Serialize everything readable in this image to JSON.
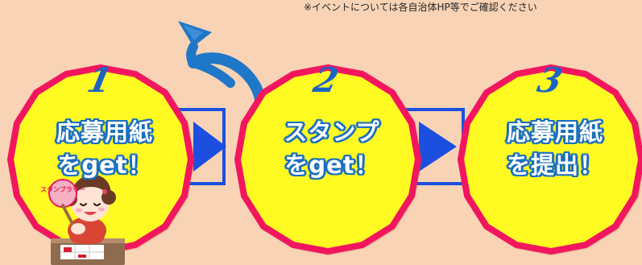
{
  "note": {
    "text": "※イベントについては各自治体HP等でご確認ください"
  },
  "steps": [
    {
      "number": "1",
      "line1": "応募用紙",
      "line2": "をget！"
    },
    {
      "number": "2",
      "line1": "スタンプ",
      "line2": "をget！"
    },
    {
      "number": "3",
      "line1": "応募用紙",
      "line2": "を提出！"
    }
  ],
  "mascot": {
    "sign_text": "スタンプラリー"
  },
  "colors": {
    "background": "#f8d3b5",
    "badge_fill": "#fffb24",
    "badge_border": "#f2175f",
    "arrow_blue": "#1c4fe0",
    "number_blue": "#1c63c3",
    "swirl_blue": "#1f77c8"
  },
  "icons": {
    "swirl": "curved-arrow-icon",
    "step_arrow": "triangle-right-icon",
    "mascot": "girl-mascot-icon"
  }
}
